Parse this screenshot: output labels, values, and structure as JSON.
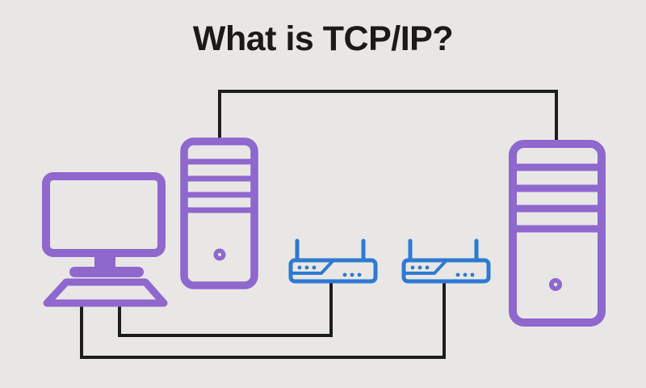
{
  "title": "What is TCP/IP?",
  "colors": {
    "background": "#e8e7e5",
    "title_text": "#1b1a19",
    "connector_black": "#1d1d1d",
    "device_purple": "#8e68cd",
    "router_blue": "#2e7ad2"
  },
  "diagram": {
    "devices": [
      {
        "id": "desktop-computer",
        "type": "desktop-computer",
        "color": "#8e68cd"
      },
      {
        "id": "server-tower-left",
        "type": "server-tower",
        "color": "#8e68cd"
      },
      {
        "id": "router-1",
        "type": "wireless-router",
        "color": "#2e7ad2"
      },
      {
        "id": "router-2",
        "type": "wireless-router",
        "color": "#2e7ad2"
      },
      {
        "id": "server-tower-right",
        "type": "server-tower",
        "color": "#8e68cd"
      }
    ],
    "connections": [
      {
        "from": "server-tower-left",
        "to": "server-tower-right",
        "route": "top"
      },
      {
        "from": "desktop-computer",
        "to": "router-1",
        "route": "bottom-inner"
      },
      {
        "from": "desktop-computer",
        "to": "router-2",
        "route": "bottom-outer"
      }
    ]
  }
}
